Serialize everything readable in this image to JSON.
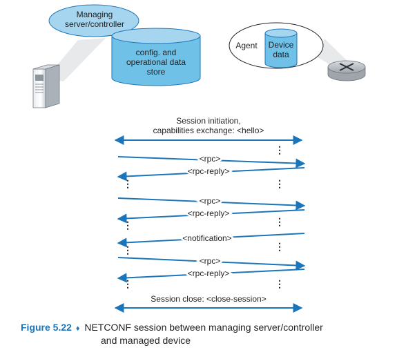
{
  "server": {
    "bubble_lines": [
      "Managing",
      "server/controller"
    ],
    "store_lines": [
      "config. and",
      "operational data",
      "store"
    ]
  },
  "agent": {
    "label": "Agent",
    "data_lines": [
      "Device",
      "data"
    ]
  },
  "messages": {
    "hello_lines": [
      "Session initiation,",
      "capabilities exchange: <hello>"
    ],
    "rpc_1": "<rpc>",
    "rpc_reply_1": "<rpc-reply>",
    "rpc_2": "<rpc>",
    "rpc_reply_2": "<rpc-reply>",
    "notification": "<notification>",
    "rpc_3": "<rpc>",
    "rpc_reply_3": "<rpc-reply>",
    "close_session": "Session close:  <close-session>"
  },
  "caption": {
    "label": "Figure 5.22",
    "bullet": "♦",
    "line1": "NETCONF session between managing server/controller",
    "line2": "and managed device"
  },
  "colors": {
    "accent": "#1b75bb",
    "light_blue": "#a6d6ef",
    "mid_blue": "#6fc1e8",
    "router_gray": "#b8bcc0"
  }
}
